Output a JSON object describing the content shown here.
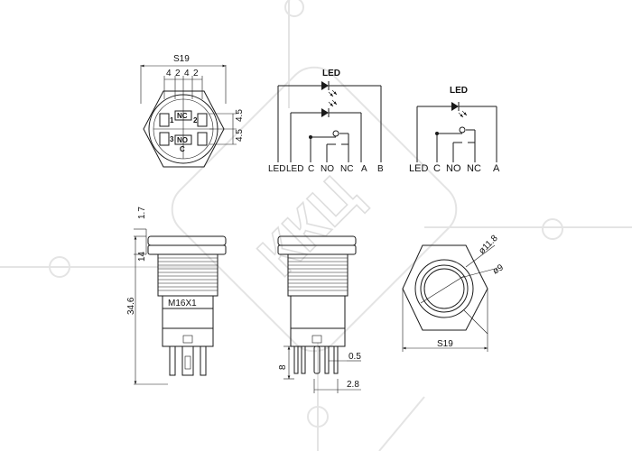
{
  "watermark": {
    "text": "ККЦ"
  },
  "front_view": {
    "width_label": "S19",
    "offset_labels": [
      "4",
      "2",
      "4",
      "2"
    ],
    "right_labels": [
      "4.5",
      "4.5"
    ],
    "terminal_labels": [
      "NC",
      "NO",
      "C",
      "1",
      "2",
      "3"
    ]
  },
  "schematic_left": {
    "led_label": "LED",
    "terminals": [
      "LED",
      "LED",
      "C",
      "NO",
      "NC",
      "A",
      "B"
    ]
  },
  "schematic_right": {
    "led_label": "LED",
    "terminals": [
      "LED",
      "C",
      "NO",
      "NC",
      "A"
    ]
  },
  "side_view": {
    "dim_top": "1.7",
    "dim_middle": "14",
    "dim_total": "34.6",
    "thread_label": "M16X1"
  },
  "rear_view": {
    "dim_pin": "8",
    "dim_pin_width": "0.5",
    "dim_pin_pitch": "2.8"
  },
  "top_view": {
    "dia_outer": "ø11.8",
    "dia_inner": "ø9",
    "width_label": "S19"
  },
  "colors": {
    "line": "#1a1a1a",
    "watermark": "#e4e4e4"
  }
}
